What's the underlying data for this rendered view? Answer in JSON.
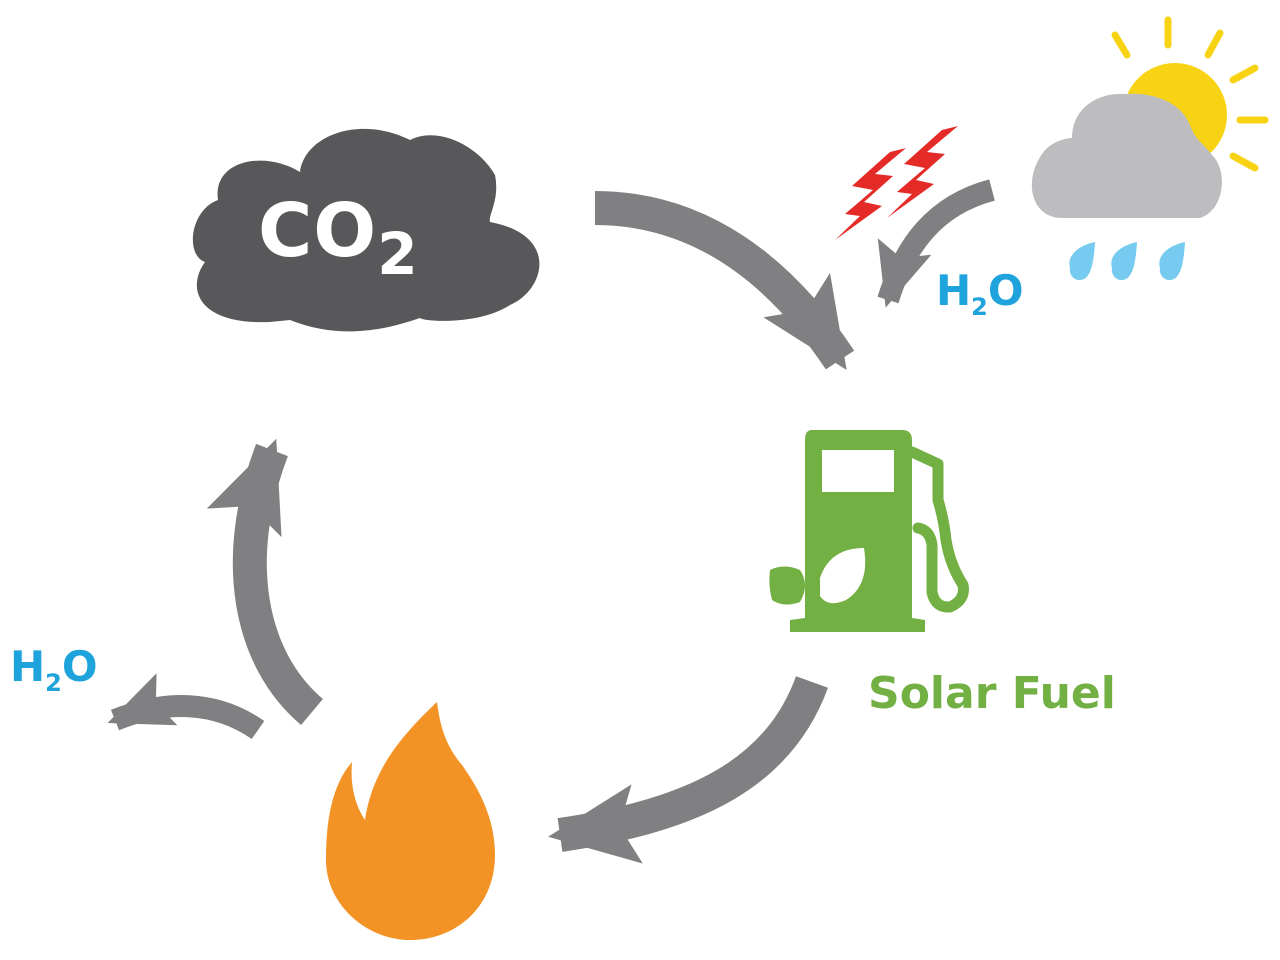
{
  "co2": {
    "main": "CO",
    "subscript": "2"
  },
  "water_right": {
    "main_h": "H",
    "subscript": "2",
    "main_o": "O"
  },
  "water_left": {
    "main_h": "H",
    "subscript": "2",
    "main_o": "O"
  },
  "solar_fuel_label": "Solar Fuel",
  "colors": {
    "co2_cloud": "#58585a",
    "arrow": "#808082",
    "water_text": "#1fa3dc",
    "fuel": "#73b043",
    "flame": "#f39325",
    "lightning": "#e52b28",
    "sun": "#f8d313",
    "rain_cloud": "#bdbdbf",
    "raindrop": "#78cbf0"
  },
  "icons": [
    "co2-cloud-icon",
    "sun-icon",
    "rain-cloud-icon",
    "raindrop-icon",
    "lightning-icon",
    "fuel-pump-icon",
    "leaf-icon",
    "flame-icon"
  ]
}
